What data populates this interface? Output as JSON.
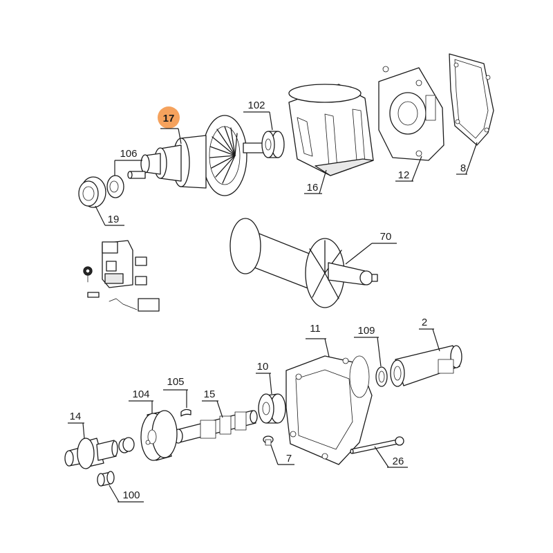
{
  "diagram": {
    "highlight_color": "#f5a25d",
    "highlighted_part": "17",
    "callouts": [
      {
        "id": "17",
        "label": "17"
      },
      {
        "id": "102",
        "label": "102"
      },
      {
        "id": "106",
        "label": "106"
      },
      {
        "id": "19",
        "label": "19"
      },
      {
        "id": "16",
        "label": "16"
      },
      {
        "id": "12",
        "label": "12"
      },
      {
        "id": "8",
        "label": "8"
      },
      {
        "id": "70",
        "label": "70"
      },
      {
        "id": "11",
        "label": "11"
      },
      {
        "id": "109",
        "label": "109"
      },
      {
        "id": "2",
        "label": "2"
      },
      {
        "id": "10",
        "label": "10"
      },
      {
        "id": "105",
        "label": "105"
      },
      {
        "id": "104",
        "label": "104"
      },
      {
        "id": "15",
        "label": "15"
      },
      {
        "id": "14",
        "label": "14"
      },
      {
        "id": "7",
        "label": "7"
      },
      {
        "id": "26",
        "label": "26"
      },
      {
        "id": "100",
        "label": "100"
      }
    ]
  }
}
